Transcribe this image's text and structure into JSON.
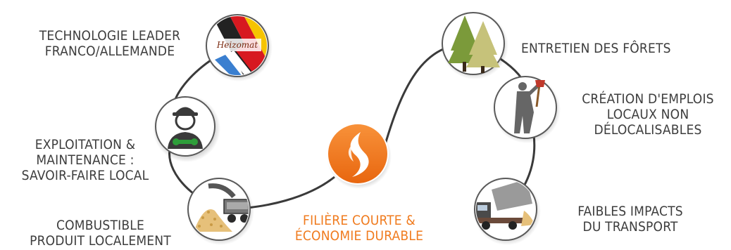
{
  "nodes": {
    "tech": {
      "lines": [
        "TECHNOLOGIE LEADER",
        "FRANCO/ALLEMANDE"
      ],
      "logo_text": "Heizomat",
      "icon": "german-flag-heizomat-logo"
    },
    "maintenance": {
      "lines": [
        "EXPLOITATION &",
        "MAINTENANCE :",
        "SAVOIR-FAIRE LOCAL"
      ],
      "icon": "technician-wrench-icon"
    },
    "fuel": {
      "lines": [
        "COMBUSTIBLE",
        "PRODUIT LOCALEMENT"
      ],
      "icon": "wood-chipper-icon"
    },
    "center": {
      "lines": [
        "FILIÈRE COURTE &",
        "ÉCONOMIE DURABLE"
      ],
      "icon": "flame-icon"
    },
    "forest": {
      "lines": [
        "ENTRETIEN DES FÔRETS"
      ],
      "icon": "fir-trees-icon"
    },
    "jobs": {
      "lines": [
        "CRÉATION D'EMPLOIS",
        "LOCAUX NON",
        "DÉLOCALISABLES"
      ],
      "icon": "lumberjack-icon"
    },
    "transport": {
      "lines": [
        "FAIBLES IMPACTS",
        "DU TRANSPORT"
      ],
      "icon": "dump-truck-icon"
    }
  },
  "colors": {
    "accent": "#f07b1e",
    "text": "#3d3d3d",
    "line": "#3a3a3a",
    "circle_fill": "#ffffff",
    "circle_stroke": "#555555"
  }
}
